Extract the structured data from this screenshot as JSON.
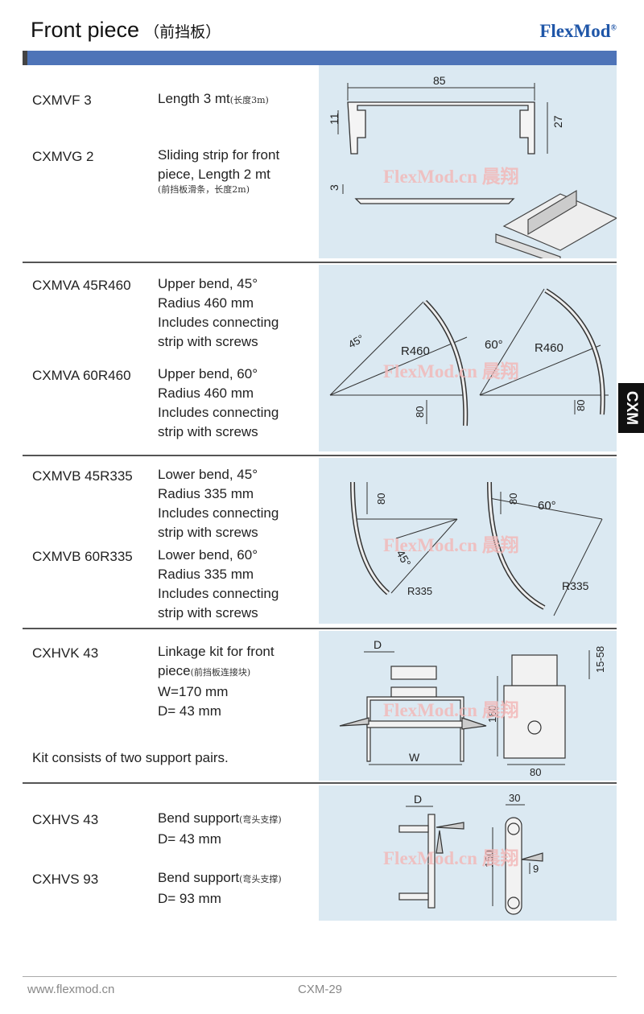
{
  "header": {
    "title": "Front piece",
    "title_cn": "（前挡板）",
    "brand": "FlexMod",
    "brand_mark": "®"
  },
  "side_tab": "CXM",
  "watermark": "FlexMod.cn 晨翔",
  "sections": [
    {
      "items": [
        {
          "code": "CXMVF 3",
          "desc": "Length 3 mt",
          "note": "(长度3m)"
        },
        {
          "code": "CXMVG 2",
          "desc_lines": [
            "Sliding strip for front",
            "piece, Length 2 mt"
          ],
          "note": "(前挡板滑条，长度2m)"
        }
      ],
      "dims": {
        "width": "85",
        "left": "11",
        "right": "27",
        "strip": "3"
      }
    },
    {
      "items": [
        {
          "code": "CXMVA 45R460",
          "desc_lines": [
            "Upper bend, 45°",
            "Radius 460 mm",
            "Includes connecting",
            "strip with screws"
          ]
        },
        {
          "code": "CXMVA 60R460",
          "desc_lines": [
            "Upper bend, 60°",
            "Radius 460 mm",
            "Includes connecting",
            "strip with screws"
          ]
        }
      ],
      "dims": {
        "a1": "45°",
        "a2": "60°",
        "r": "R460",
        "h": "80"
      }
    },
    {
      "items": [
        {
          "code": "CXMVB 45R335",
          "desc_lines": [
            "Lower bend, 45°",
            "Radius 335 mm",
            "Includes connecting",
            "strip with screws"
          ]
        },
        {
          "code": "CXMVB 60R335",
          "desc_lines": [
            "Lower bend, 60°",
            "Radius 335 mm",
            "Includes connecting",
            "strip with screws"
          ]
        }
      ],
      "dims": {
        "a1": "45°",
        "a2": "60°",
        "r": "R335",
        "h": "80"
      }
    },
    {
      "items": [
        {
          "code": "CXHVK 43",
          "desc_lines": [
            "Linkage kit for front",
            "piece",
            "W=170 mm",
            "D= 43 mm"
          ],
          "note": "(前挡板连接块)"
        }
      ],
      "footnote": "Kit consists of two support pairs.",
      "dims": {
        "d": "D",
        "w": "W",
        "range": "15-58",
        "h": "160",
        "b": "80"
      }
    },
    {
      "items": [
        {
          "code": "CXHVS 43",
          "desc_lines": [
            "Bend support",
            "D= 43 mm"
          ],
          "note": "(弯头支撑)"
        },
        {
          "code": "CXHVS 93",
          "desc_lines": [
            "Bend support",
            "D= 93 mm"
          ],
          "note": "(弯头支撑)"
        }
      ],
      "dims": {
        "d": "D",
        "w": "30",
        "h": "150",
        "s": "9"
      }
    }
  ],
  "footer": {
    "url": "www.flexmod.cn",
    "page": "CXM-29"
  }
}
